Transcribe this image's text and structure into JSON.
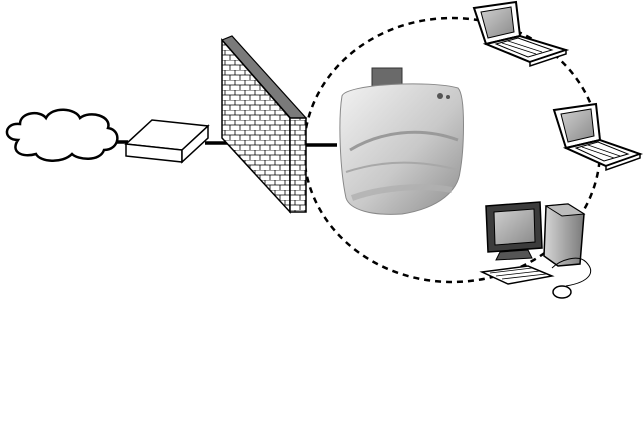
{
  "diagram": {
    "nodes": [
      {
        "id": "internet",
        "kind": "cloud",
        "icon": "cloud-icon"
      },
      {
        "id": "router",
        "kind": "router",
        "icon": "router-box-icon"
      },
      {
        "id": "firewall",
        "kind": "firewall",
        "icon": "brick-wall-icon"
      },
      {
        "id": "server",
        "kind": "server",
        "icon": "server-appliance-icon"
      },
      {
        "id": "laptop-1",
        "kind": "laptop",
        "icon": "laptop-icon"
      },
      {
        "id": "laptop-2",
        "kind": "laptop",
        "icon": "laptop-icon"
      },
      {
        "id": "desktop",
        "kind": "desktop-pc",
        "icon": "desktop-computer-icon"
      }
    ],
    "links": [
      {
        "from": "internet",
        "to": "router",
        "style": "solid"
      },
      {
        "from": "router",
        "to": "firewall",
        "style": "solid"
      },
      {
        "from": "firewall",
        "to": "server",
        "style": "solid"
      }
    ],
    "lan_boundary": {
      "style": "dashed",
      "icon": "lan-circle"
    },
    "colors": {
      "line": "#000000",
      "fill": "#ffffff",
      "wall_cap": "#777777",
      "server_body": "#cfcfcf",
      "screen": "#9a9a9a"
    }
  }
}
